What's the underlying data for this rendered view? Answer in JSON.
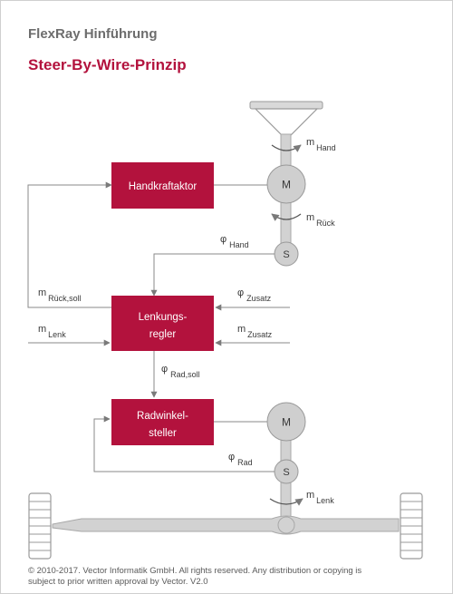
{
  "header": {
    "title": "FlexRay Hinführung",
    "subtitle": "Steer-By-Wire-Prinzip"
  },
  "blocks": {
    "handkraftaktor": "Handkraftaktor",
    "lenkungsregler_line1": "Lenkungs-",
    "lenkungsregler_line2": "regler",
    "radwinkelsteller_line1": "Radwinkel-",
    "radwinkelsteller_line2": "steller"
  },
  "nodes": {
    "motor_top": "M",
    "sensor_top": "S",
    "motor_bottom": "M",
    "sensor_bottom": "S"
  },
  "signals": {
    "m_hand": {
      "sym": "m",
      "sub": "Hand"
    },
    "m_rueck": {
      "sym": "m",
      "sub": "Rück"
    },
    "phi_hand": {
      "sym": "φ",
      "sub": "Hand"
    },
    "m_rueck_soll": {
      "sym": "m",
      "sub": "Rück,soll"
    },
    "phi_zusatz": {
      "sym": "φ",
      "sub": "Zusatz"
    },
    "m_lenk_in": {
      "sym": "m",
      "sub": "Lenk"
    },
    "m_zusatz": {
      "sym": "m",
      "sub": "Zusatz"
    },
    "phi_rad_soll": {
      "sym": "φ",
      "sub": "Rad,soll"
    },
    "phi_rad": {
      "sym": "φ",
      "sub": "Rad"
    },
    "m_lenk_out": {
      "sym": "m",
      "sub": "Lenk"
    }
  },
  "colors": {
    "accent": "#b3123d",
    "line": "#8a8a8a",
    "shaft": "#d2d2d2",
    "node": "#cfcfcf"
  },
  "footer": {
    "line1": "© 2010-2017. Vector Informatik GmbH. All rights reserved. Any distribution or copying is",
    "line2": "subject to prior written approval by Vector. V2.0"
  }
}
